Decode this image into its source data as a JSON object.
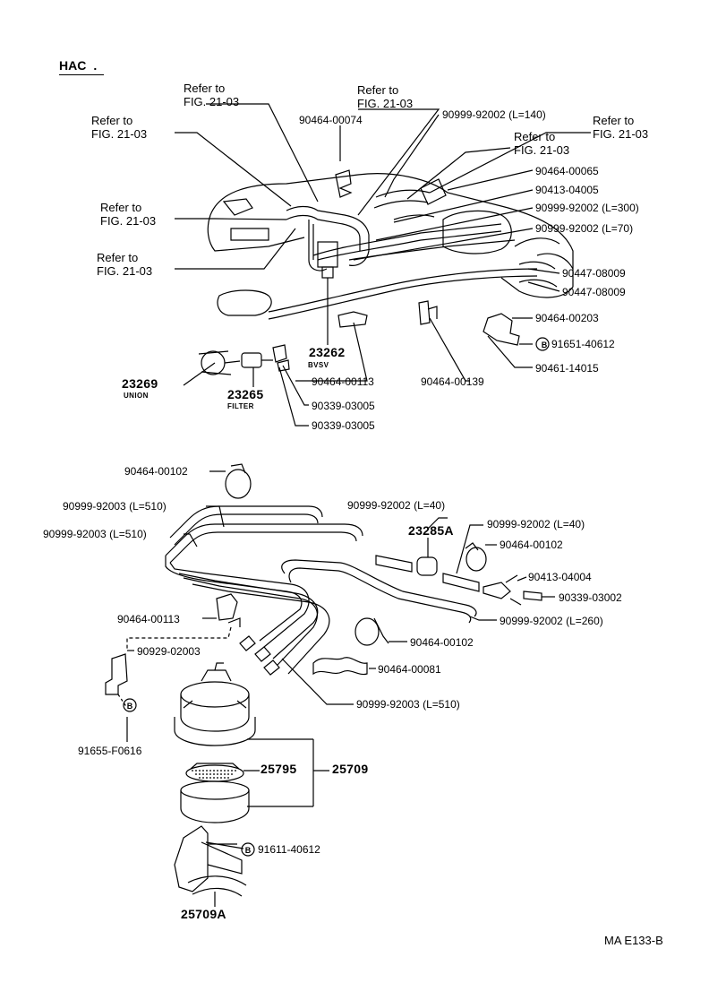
{
  "header": {
    "title": "HAC"
  },
  "footer": {
    "code": "MA  E133-B"
  },
  "refer": {
    "line1": "Refer to",
    "line2": "FIG. 21-03"
  },
  "names": {
    "union": "UNION",
    "filter": "FILTER",
    "bvsv": "BVSV"
  },
  "parts": {
    "p90464_00074": "90464-00074",
    "p90999_92002_l140": "90999-92002 (L=140)",
    "p90464_00065": "90464-00065",
    "p90413_04005": "90413-04005",
    "p90999_92002_l300": "90999-92002 (L=300)",
    "p90999_92002_l70": "90999-92002 (L=70)",
    "p90447_08009_a": "90447-08009",
    "p90447_08009_b": "90447-08009",
    "p90464_00203": "90464-00203",
    "p91651_40612": "91651-40612",
    "p90461_14015": "90461-14015",
    "p23262": "23262",
    "p90464_00113_top": "90464-00113",
    "p90464_00139": "90464-00139",
    "p23269": "23269",
    "p23265": "23265",
    "p90339_03005_a": "90339-03005",
    "p90339_03005_b": "90339-03005",
    "p90464_00102_a": "90464-00102",
    "p90999_92003_l510_a": "90999-92003 (L=510)",
    "p90999_92003_l510_b": "90999-92003 (L=510)",
    "p90999_92002_l40_a": "90999-92002 (L=40)",
    "p23285a": "23285A",
    "p90999_92002_l40_b": "90999-92002 (L=40)",
    "p90464_00102_b": "90464-00102",
    "p90413_04004": "90413-04004",
    "p90339_03002": "90339-03002",
    "p90999_92002_l260": "90999-92002 (L=260)",
    "p90464_00113_bot": "90464-00113",
    "p90464_00102_c": "90464-00102",
    "p90929_02003": "90929-02003",
    "p90464_00081": "90464-00081",
    "p90999_92003_l510_c": "90999-92003 (L=510)",
    "p91655_f0616": "91655-F0616",
    "p25795": "25795",
    "p25709": "25709",
    "p91611_40612": "91611-40612",
    "p25709a": "25709A"
  },
  "bolt_marker": "B"
}
